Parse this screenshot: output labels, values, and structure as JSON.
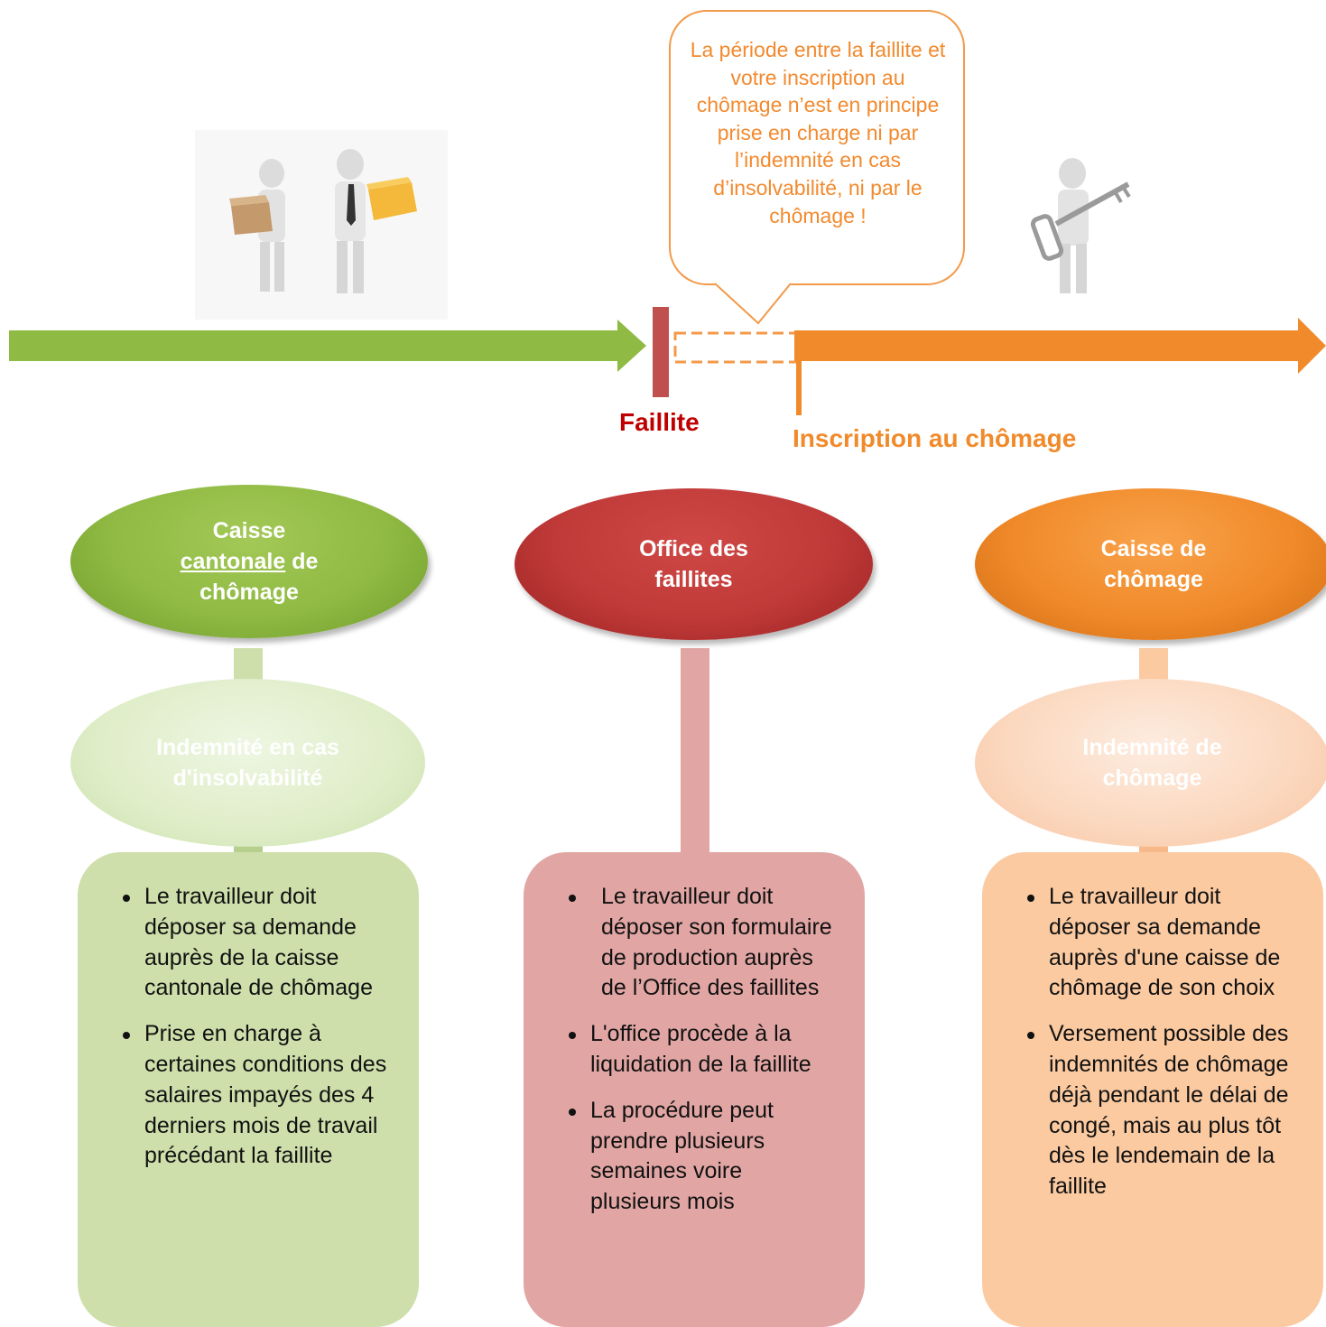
{
  "bubble": {
    "text": "La période entre la faillite et votre inscription au chômage n’est en principe prise en charge ni par l’indemnité en cas d’insolvabilité, ni par le chômage !"
  },
  "timeline": {
    "faillite_label": "Faillite",
    "inscription_label": "Inscription au chômage"
  },
  "columns": [
    {
      "title_line1": "Caisse",
      "title_underlined": "cantonale",
      "title_rest": " de",
      "title_line3": "chômage",
      "subtitle": "Indemnité en cas d'insolvabilité",
      "bullets": [
        "Le travailleur doit déposer sa demande auprès de la caisse cantonale de chômage",
        "Prise en charge à certaines conditions des salaires impayés des 4 derniers mois de travail précédant la faillite"
      ],
      "color": "#8fba43"
    },
    {
      "title": "Office des faillites",
      "bullets": [
        "Le travailleur doit déposer son formulaire de production auprès de l’Office des faillites",
        "L'office procède à la liquidation de la faillite",
        "La procédure peut prendre plusieurs semaines voire plusieurs mois"
      ],
      "color": "#bf3a38"
    },
    {
      "title": "Caisse de chômage",
      "subtitle": "Indemnité de chômage",
      "bullets": [
        "Le travailleur doit déposer sa demande auprès d'une caisse de chômage de son choix",
        "Versement possible des indemnités de chômage déjà pendant le délai de congé, mais au plus tôt dès le lendemain de la faillite"
      ],
      "color": "#f08a2a"
    }
  ],
  "icons": {
    "left_illustration": "workers-carrying-boxes-icon",
    "right_illustration": "person-holding-key-icon"
  }
}
